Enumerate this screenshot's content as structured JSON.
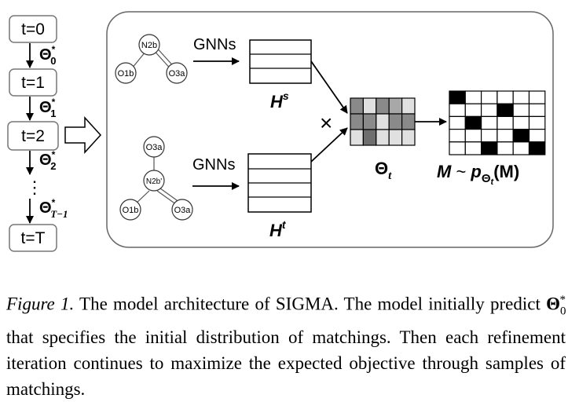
{
  "timeline": {
    "t0": "t=0",
    "t1": "t=1",
    "t2": "t=2",
    "tT": "t=T",
    "dots": "⋮",
    "theta_symbol": "Θ",
    "sup": "*",
    "sub0": "0",
    "sub1": "1",
    "sub2": "2",
    "subT": "T−1"
  },
  "graph_s": {
    "top": "N2b",
    "left": "O1b",
    "right": "O3a"
  },
  "graph_t": {
    "top": "O3a",
    "mid": "N2b'",
    "left": "O1b",
    "right": "O3a"
  },
  "gnn_label_s": "GNNs",
  "gnn_label_t": "GNNs",
  "Hs": {
    "base": "H",
    "sup": "s"
  },
  "Ht": {
    "base": "H",
    "sup": "t"
  },
  "times": "×",
  "theta_t": {
    "base": "Θ",
    "sub": "t"
  },
  "M_formula": {
    "M": "M",
    "tilde": " ~ ",
    "p": "p",
    "theta": "Θ",
    "t": "t",
    "arg": "(M)"
  },
  "theta_matrix": {
    "rows": 3,
    "cols": 5,
    "cells": [
      [
        "#8a8a8a",
        "#e0e0e0",
        "#8a8a8a",
        "#a8a8a8",
        "#e0e0e0"
      ],
      [
        "#8a8a8a",
        "#8a8a8a",
        "#e0e0e0",
        "#8a8a8a",
        "#8a8a8a"
      ],
      [
        "#e0e0e0",
        "#6e6e6e",
        "#e0e0e0",
        "#e0e0e0",
        "#e0e0e0"
      ]
    ]
  },
  "M_matrix": {
    "rows": 5,
    "cols": 6,
    "filled": [
      [
        0,
        0
      ],
      [
        1,
        3
      ],
      [
        2,
        1
      ],
      [
        3,
        4
      ],
      [
        4,
        2
      ],
      [
        4,
        5
      ]
    ]
  },
  "caption": {
    "label": "Figure 1.",
    "text1": " The model architecture of SIGMA. The model initially predict ",
    "theta": "Θ",
    "sub": "0",
    "sup": "*",
    "text2": " that specifies the initial distribution of matchings. Then each refinement iteration continues to maximize the expected objective through samples of matchings."
  }
}
